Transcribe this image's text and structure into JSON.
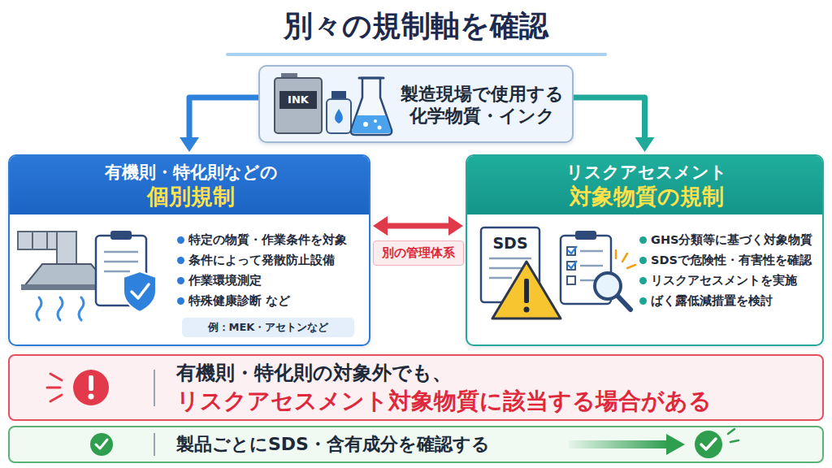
{
  "diagram": {
    "title": "別々の規制軸を確認",
    "nodes": [
      {
        "text": [
          "製造現場で使用する 化学物質・インク"
        ]
      },
      {
        "text": [
          "有機則・特化則などの",
          "個別規制",
          "特定の物質・作業条件を対象",
          "条件によって発散防止設備",
          "作業環境測定",
          "特殊健康診断 など"
        ]
      },
      {
        "text": [
          "例：MEK・アセトンなど"
        ],
        "in": 1
      },
      {
        "text": [
          "リスクアセスメント",
          "対象物質の規制",
          "GHS分類等に基づく対象物質",
          "SDSで危険性・有害性を確認",
          "リスクアセスメントを実施",
          "ばく露低減措置を検討"
        ]
      },
      {
        "text": [
          "有機則・特化則の対象外でも、",
          "リスクアセスメント対象物質に該当する場合がある"
        ]
      },
      {
        "text": [
          "製品ごとにSDS・含有成分を確認する"
        ]
      }
    ],
    "edges": [
      {
        "from": 0,
        "to": 1,
        "arrow": "to"
      },
      {
        "from": 0,
        "to": 3,
        "arrow": "to"
      },
      {
        "from": 1,
        "to": 3,
        "label": "別の管理体系",
        "arrow": "both"
      }
    ],
    "labels": [
      "INK",
      "SDS"
    ]
  }
}
